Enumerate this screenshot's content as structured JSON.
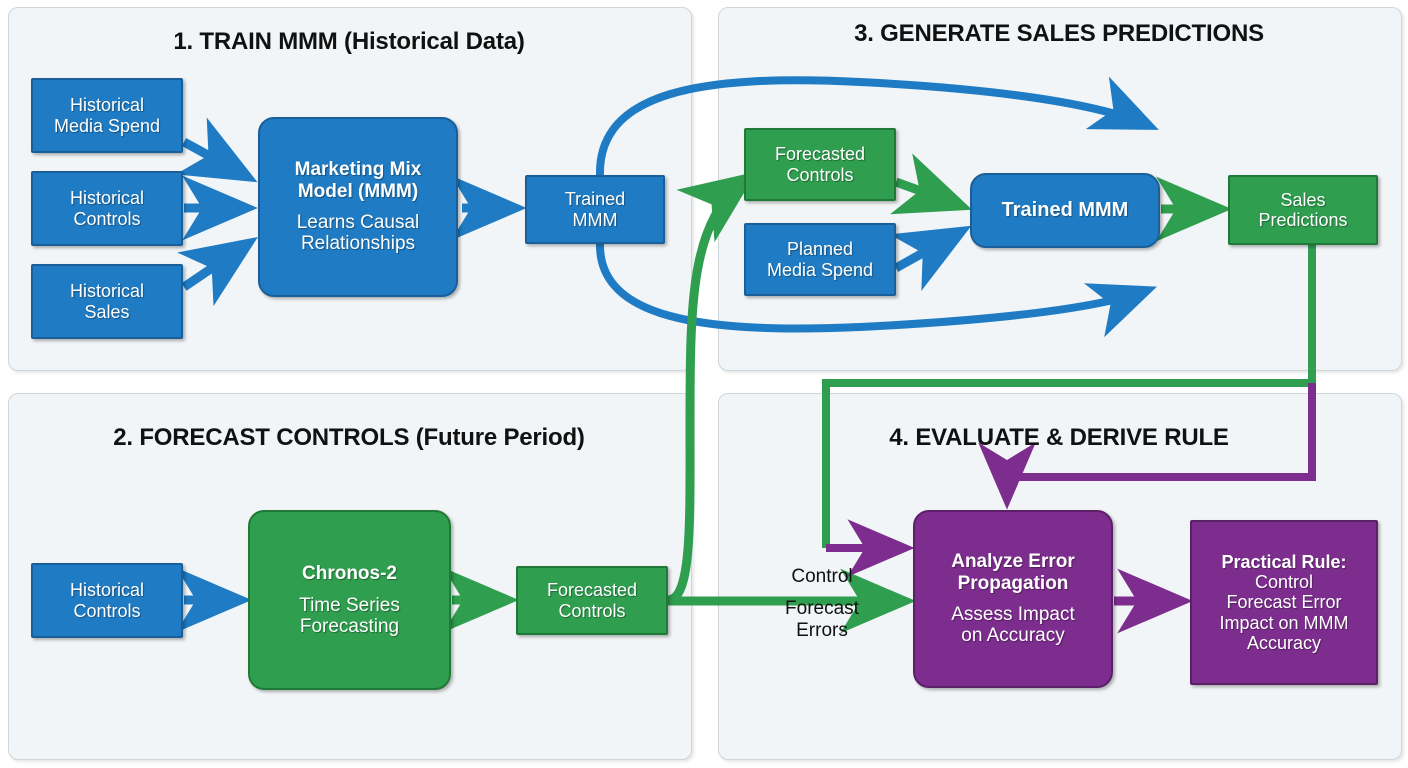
{
  "colors": {
    "blue": "#1f7cc4",
    "blue_border": "#1a5f99",
    "green": "#2f9e4f",
    "green_border": "#1f7a38",
    "purple": "#7d2d8e",
    "purple_border": "#5c2069",
    "panel_bg": "#f2f5f7",
    "panel_border": "#cfd6db",
    "page_bg": "#ffffff",
    "text_dark": "#111111",
    "text_light": "#ffffff"
  },
  "panels": [
    {
      "id": "panel-1",
      "title": "1. TRAIN MMM (Historical Data)"
    },
    {
      "id": "panel-2",
      "title": "2. FORECAST CONTROLS (Future Period)"
    },
    {
      "id": "panel-3",
      "title": "3. GENERATE SALES PREDICTIONS"
    },
    {
      "id": "panel-4",
      "title": "4. EVALUATE & DERIVE RULE"
    }
  ],
  "panel1": {
    "nodes": {
      "historical_media_spend": {
        "line1": "Historical",
        "line2": "Media Spend"
      },
      "historical_controls": {
        "line1": "Historical",
        "line2": "Controls"
      },
      "historical_sales": {
        "line1": "Historical",
        "line2": "Sales"
      },
      "mmm": {
        "title_line1": "Marketing Mix",
        "title_line2": "Model (MMM)",
        "sub_line1": "Learns Causal",
        "sub_line2": "Relationships"
      },
      "trained_mmm": {
        "line1": "Trained",
        "line2": "MMM"
      }
    }
  },
  "panel2": {
    "nodes": {
      "historical_controls": {
        "line1": "Historical",
        "line2": "Controls"
      },
      "chronos": {
        "title_line1": "Chronos-2",
        "sub_line1": "Time Series",
        "sub_line2": "Forecasting"
      },
      "forecasted_controls": {
        "line1": "Forecasted",
        "line2": "Controls"
      }
    }
  },
  "panel3": {
    "nodes": {
      "forecasted_controls": {
        "line1": "Forecasted",
        "line2": "Controls"
      },
      "planned_media_spend": {
        "line1": "Planned",
        "line2": "Media Spend"
      },
      "trained_mmm": {
        "line1": "Trained MMM"
      },
      "sales_predictions": {
        "line1": "Sales",
        "line2": "Predictions"
      }
    }
  },
  "panel4": {
    "nodes": {
      "analyze_error": {
        "title_line1": "Analyze Error",
        "title_line2": "Propagation",
        "sub_line1": "Assess Impact",
        "sub_line2": "on Accuracy"
      },
      "practical_rule": {
        "title_line1": "Practical Rule:",
        "sub_line1": "Control",
        "sub_line2": "Forecast Error",
        "sub_line3": "Impact on MMM",
        "sub_line4": "Accuracy"
      }
    },
    "edge_label": {
      "line1": "Control",
      "line2": "Forecast",
      "line3": "Errors"
    }
  }
}
